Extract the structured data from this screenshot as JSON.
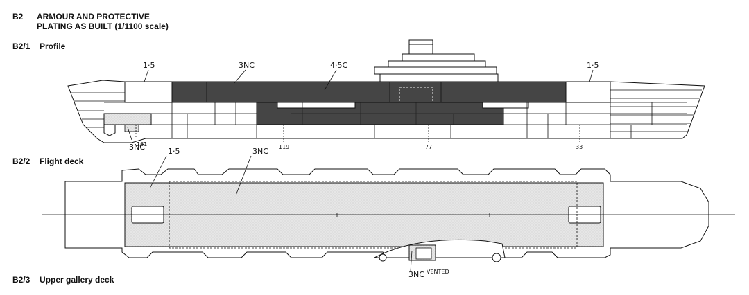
{
  "header": {
    "figure_code": "B2",
    "title_line1": "ARMOUR AND PROTECTIVE",
    "title_line2": "PLATING AS BUILT (1/1100 scale)"
  },
  "sections": [
    {
      "code": "B2/1",
      "title": "Profile"
    },
    {
      "code": "B2/2",
      "title": "Flight deck"
    },
    {
      "code": "B2/3",
      "title": "Upper gallery deck"
    }
  ],
  "profile_labels": {
    "fwd_end": "1·5",
    "side": "3NC",
    "hangar": "4·5C",
    "aft_end": "1·5",
    "steering": "3NC",
    "frame_161": "161",
    "frame_119": "119",
    "frame_77": "77",
    "frame_33": "33"
  },
  "flight_deck_labels": {
    "end_plating": "1·5",
    "deck": "3NC",
    "gallery": "3NC",
    "gallery_note": "VENTED"
  }
}
